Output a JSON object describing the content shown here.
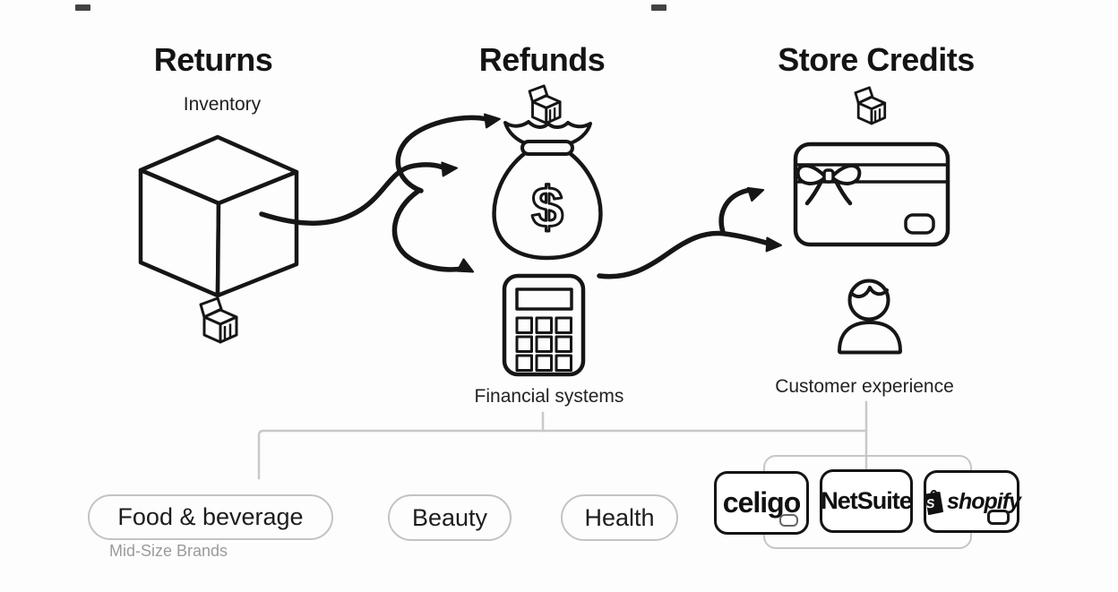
{
  "flow": {
    "returns": {
      "title": "Returns",
      "label": "Inventory"
    },
    "refunds": {
      "title": "Refunds",
      "label": "Financial systems"
    },
    "store_credits": {
      "title": "Store Credits",
      "label": "Customer experience"
    }
  },
  "brand_segments": {
    "items": [
      {
        "label": "Food & beverage",
        "note": "Mid-Size Brands"
      },
      {
        "label": "Beauty",
        "note": ""
      },
      {
        "label": "Health",
        "note": ""
      }
    ]
  },
  "integrations": {
    "items": [
      {
        "name": "celigo"
      },
      {
        "name": "NetSuite"
      },
      {
        "name": "shopify"
      }
    ],
    "shopify_monogram": "S"
  },
  "icons": {
    "money_bag_currency": "$",
    "names": [
      "inventory-cube-icon",
      "package-icon",
      "money-bag-icon",
      "calculator-icon",
      "gift-card-icon",
      "bow-icon",
      "person-icon",
      "shopify-bag-icon"
    ]
  },
  "colors": {
    "background": "#fdfdfd",
    "ink": "#161616",
    "connector_gray": "#c9c9c9",
    "pill_border_gray": "#c3c3c3",
    "badge_border": "#141414",
    "note_gray": "#9b9b9b"
  }
}
